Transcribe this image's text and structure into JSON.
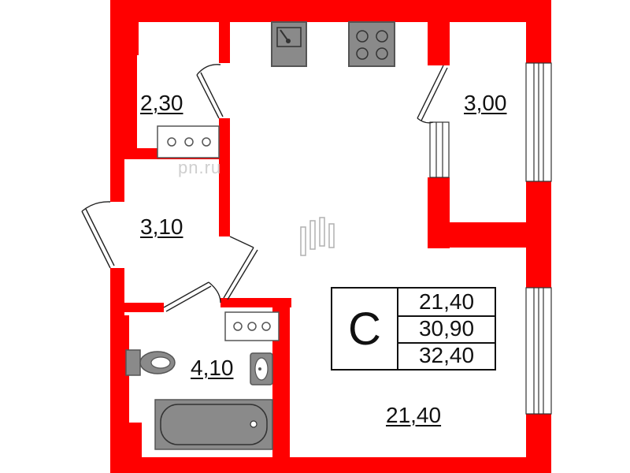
{
  "rooms": [
    {
      "id": "storage",
      "area": "2,30"
    },
    {
      "id": "loggia",
      "area": "3,00"
    },
    {
      "id": "hall",
      "area": "3,10"
    },
    {
      "id": "bathroom",
      "area": "4,10"
    },
    {
      "id": "studio",
      "area": "21,40"
    }
  ],
  "legend": {
    "type": "С",
    "values": [
      "21,40",
      "30,90",
      "32,40"
    ]
  },
  "watermark": "pn.ru",
  "colors": {
    "wall": "#ff0000",
    "fixture_fill": "#8a8a8a",
    "fixture_stroke": "#555555"
  }
}
